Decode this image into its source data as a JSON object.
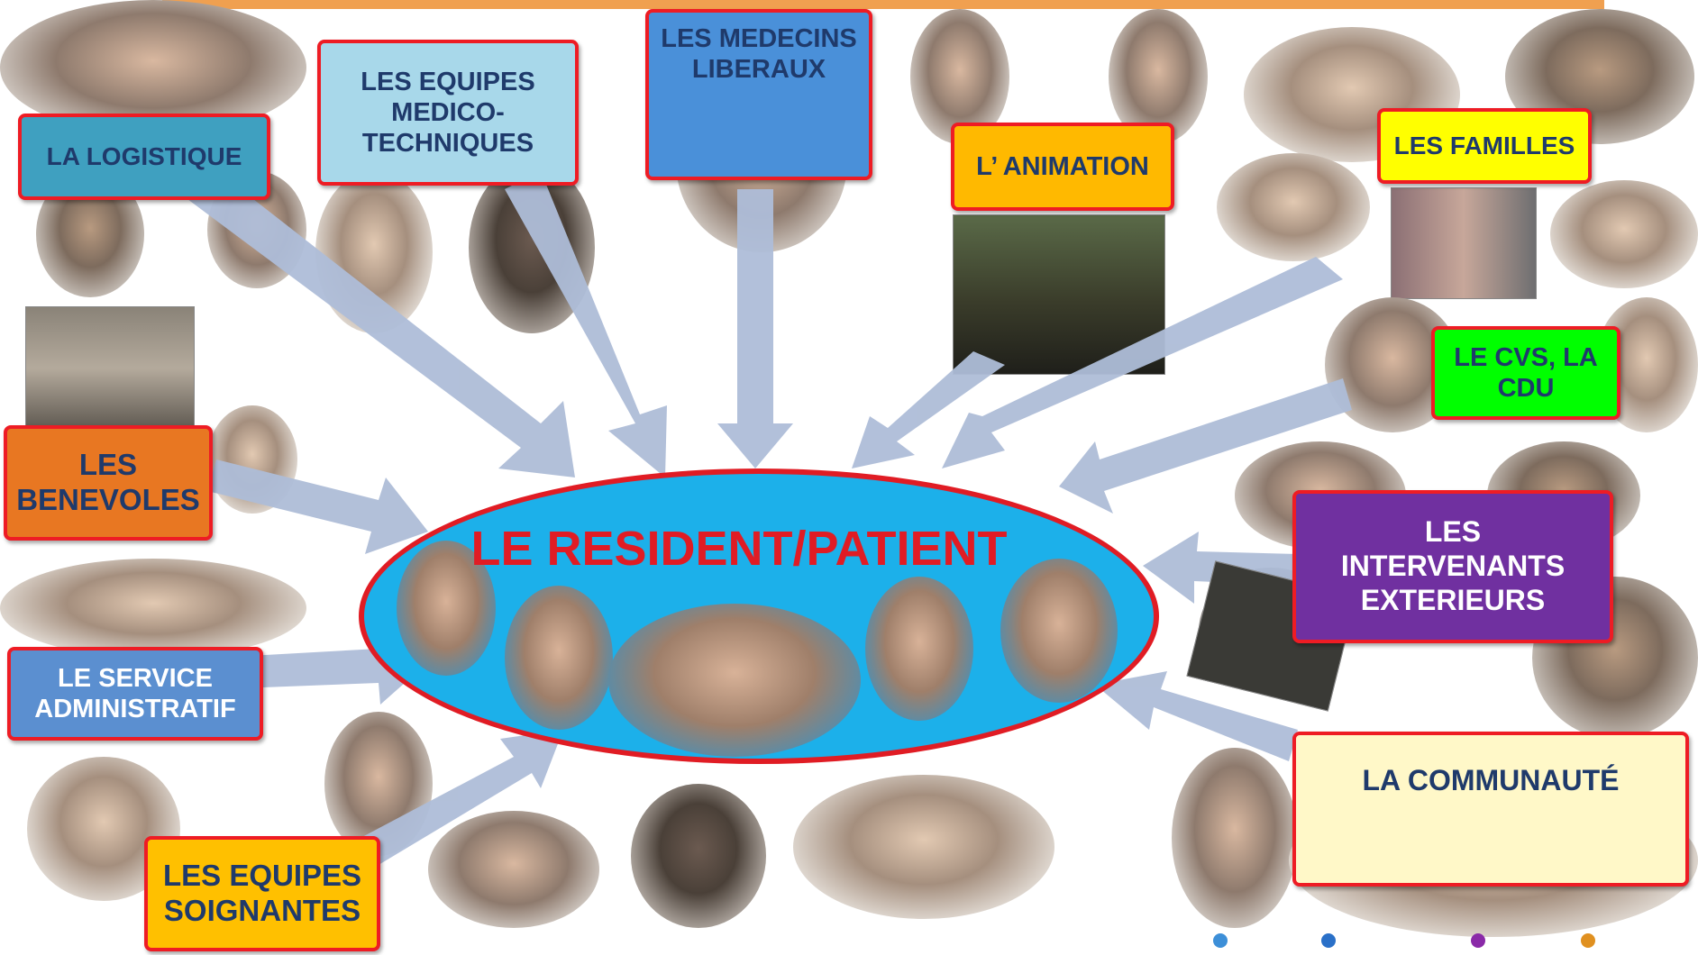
{
  "center": {
    "title": "LE RESIDENT/PATIENT"
  },
  "labels": {
    "logistique": "LA LOGISTIQUE",
    "equipes_medico": "LES EQUIPES\nMEDICO-\nTECHNIQUES",
    "medecins": "LES MEDECINS\nLIBERAUX",
    "animation": "L’ ANIMATION",
    "familles": "LES FAMILLES",
    "cvs": "LE CVS, LA\nCDU",
    "benevoles": "LES\nBENEVOLES",
    "intervenants": "LES\nINTERVENANTS\nEXTERIEURS",
    "service_admin": "LE SERVICE\nADMINISTRATIF",
    "communaute": "LA COMMUNAUTÉ",
    "equipes_soignantes": "LES EQUIPES\nSOIGNANTES"
  },
  "colors": {
    "logistique": "#3fa0c0",
    "equipes_medico": "#a8d8ea",
    "medecins": "#4a90d9",
    "animation": "#ffb900",
    "familles": "#ffff00",
    "cvs": "#00ff00",
    "benevoles": "#e87722",
    "intervenants": "#7030a0",
    "service_admin": "#5b8fd0",
    "communaute": "#fff8c8",
    "equipes_soignantes": "#ffc000",
    "arrow": "#aebdd8",
    "center": "#1cb0ea",
    "border": "#ee1c24"
  }
}
